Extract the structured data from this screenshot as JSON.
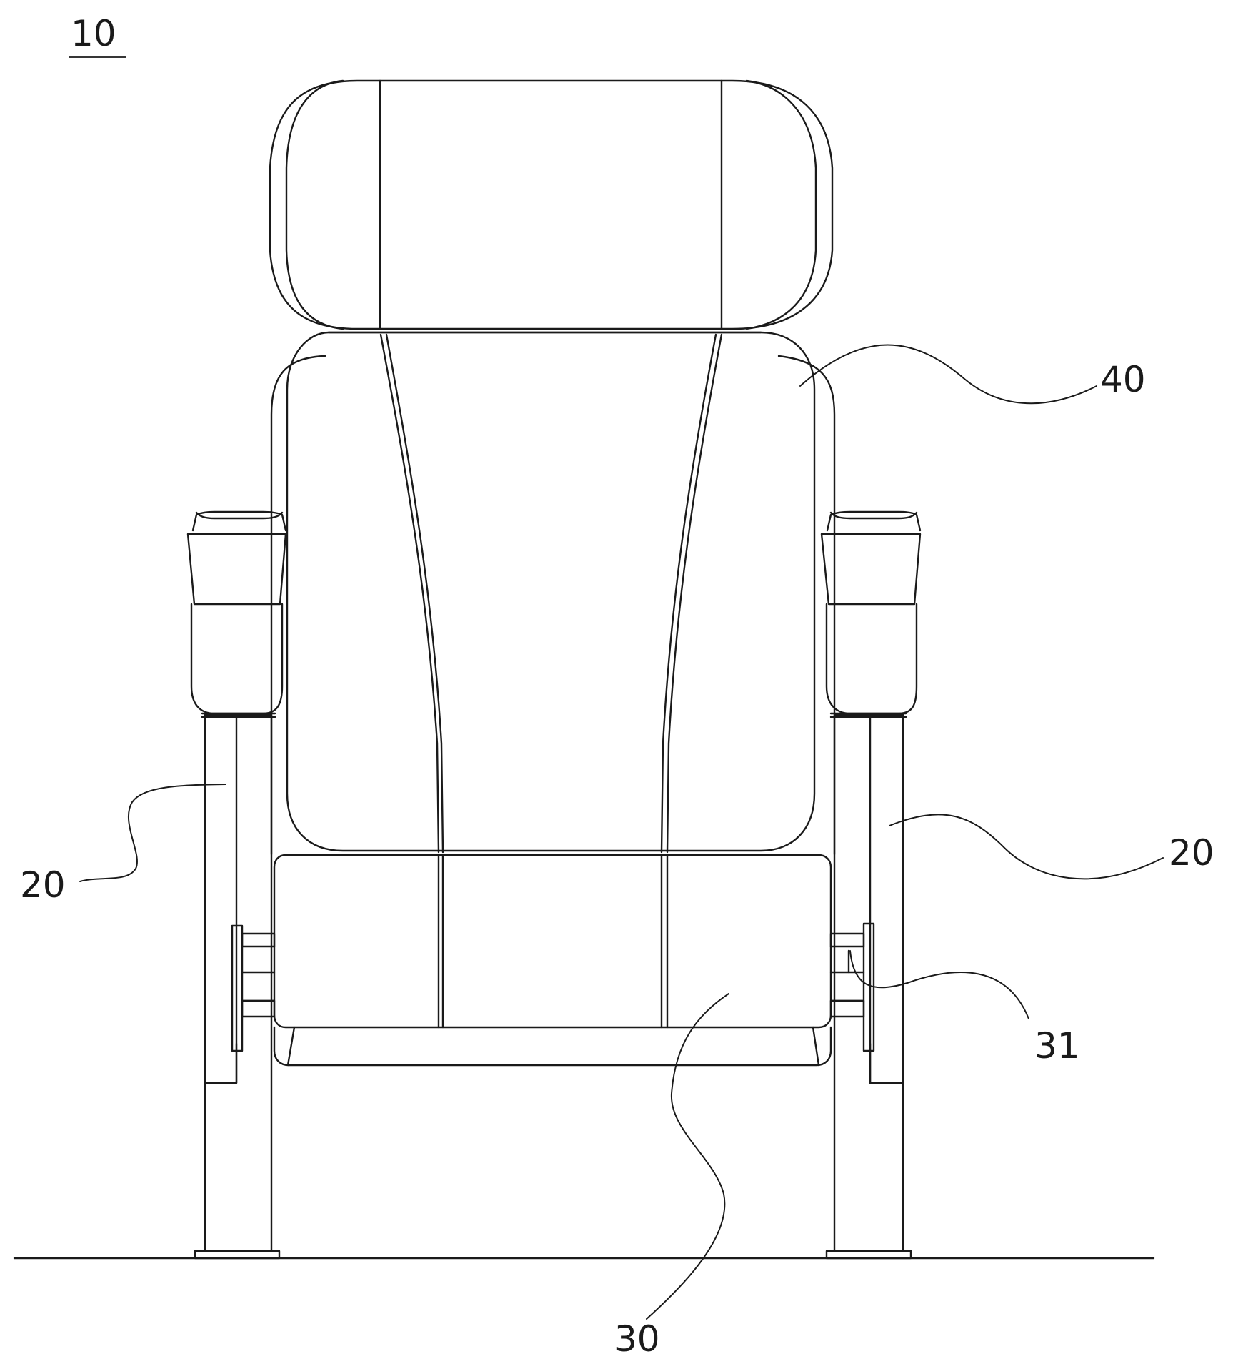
{
  "figure": {
    "reference_labels": {
      "assembly": "10",
      "leg_left": "20",
      "leg_right": "20",
      "seat": "30",
      "hinge": "31",
      "backrest": "40"
    }
  }
}
